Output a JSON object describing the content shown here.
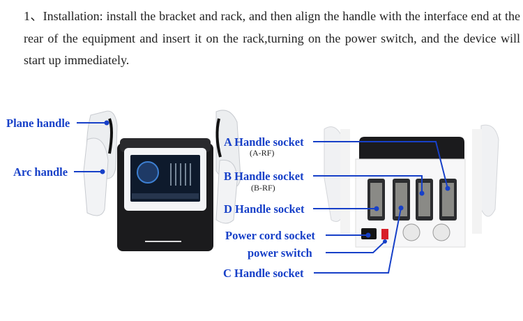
{
  "instruction": {
    "text": "1、Installation: install the bracket and rack, and then align the handle with the interface end at the rear of the equipment and insert it on the rack,turning on the power switch, and the device will start up immediately."
  },
  "front_labels": {
    "plane_handle": "Plane handle",
    "arc_handle": "Arc handle"
  },
  "rear_labels": {
    "a_socket": "A Handle socket",
    "a_sub": "(A-RF)",
    "b_socket": "B Handle socket",
    "b_sub": "(B-RF)",
    "d_socket": "D Handle socket",
    "power_cord": "Power cord socket",
    "power_switch": "power switch",
    "c_socket": "C Handle socket"
  },
  "colors": {
    "label": "#1740c8",
    "switch": "#d8202a"
  }
}
